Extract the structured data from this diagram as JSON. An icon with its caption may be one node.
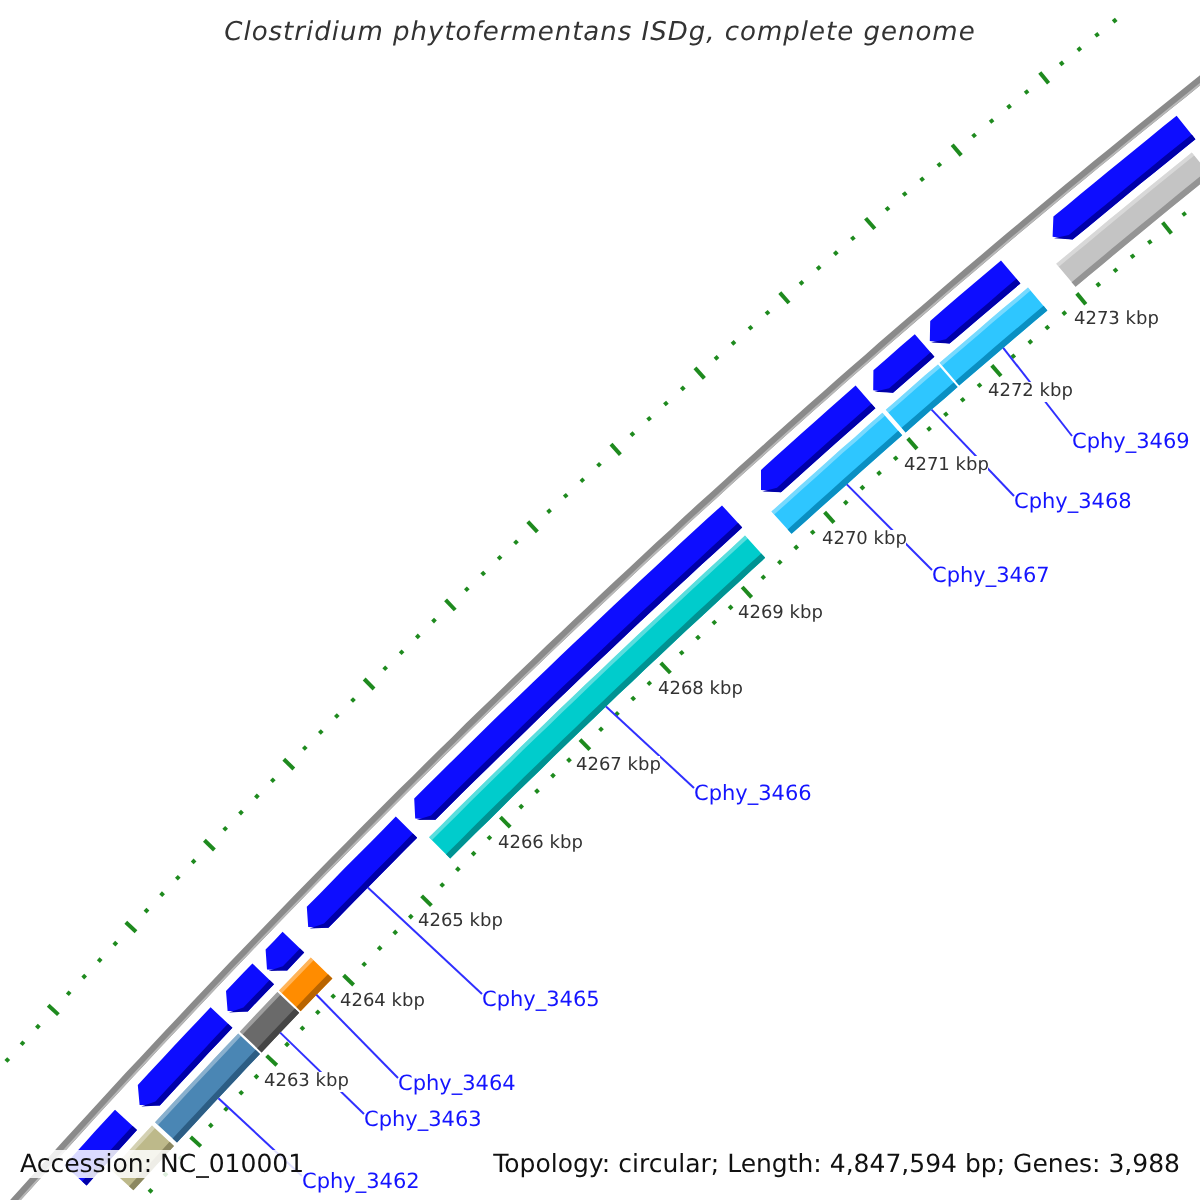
{
  "diagram": {
    "title": "Clostridium phytofermentans ISDg, complete genome",
    "nodes": [
      {
        "text": [
          "Cphy_3462"
        ]
      },
      {
        "text": [
          "Cphy_3463"
        ]
      },
      {
        "text": [
          "Cphy_3464"
        ]
      },
      {
        "text": [
          "Cphy_3465"
        ]
      },
      {
        "text": [
          "Cphy_3466"
        ]
      },
      {
        "text": [
          "Cphy_3467"
        ]
      },
      {
        "text": [
          "Cphy_3468"
        ]
      },
      {
        "text": [
          "Cphy_3469"
        ]
      },
      {
        "text": [],
        "shape": "pentagon"
      },
      {
        "text": [],
        "shape": "bar"
      },
      {
        "text": [],
        "shape": "pentagon"
      },
      {
        "text": [],
        "shape": "bar"
      },
      {
        "text": [],
        "shape": "pentagon"
      },
      {
        "text": [],
        "shape": "bar"
      },
      {
        "text": [],
        "shape": "bar"
      },
      {
        "text": [],
        "shape": "pentagon"
      },
      {
        "text": [],
        "shape": "pentagon"
      },
      {
        "text": [],
        "shape": "bar"
      },
      {
        "text": [],
        "shape": "pentagon"
      },
      {
        "text": [],
        "shape": "pentagon"
      },
      {
        "text": [],
        "shape": "bar"
      },
      {
        "text": [],
        "shape": "pentagon"
      },
      {
        "text": [],
        "shape": "bar"
      },
      {
        "text": [],
        "shape": "pentagon"
      },
      {
        "text": [],
        "shape": "bar"
      },
      {
        "text": [],
        "shape": "bar"
      },
      {
        "text": [],
        "shape": "pentagon"
      }
    ],
    "edges": [
      {
        "from": 0,
        "to": 11,
        "arrow": "none"
      },
      {
        "from": 1,
        "to": 13,
        "arrow": "none"
      },
      {
        "from": 2,
        "to": 14,
        "arrow": "none"
      },
      {
        "from": 3,
        "to": 16,
        "arrow": "none"
      },
      {
        "from": 4,
        "to": 17,
        "arrow": "none"
      },
      {
        "from": 5,
        "to": 20,
        "arrow": "none"
      },
      {
        "from": 6,
        "to": 22,
        "arrow": "none"
      },
      {
        "from": 7,
        "to": 24,
        "arrow": "none"
      }
    ],
    "labels": [
      "4273 kbp",
      "4272 kbp",
      "4271 kbp",
      "4270 kbp",
      "4269 kbp",
      "4268 kbp",
      "4267 kbp",
      "4266 kbp",
      "4265 kbp",
      "4264 kbp",
      "4263 kbp",
      "Accession: NC_010001",
      "Topology: circular; Length: 4,847,594 bp; Genes: 3,988"
    ]
  }
}
